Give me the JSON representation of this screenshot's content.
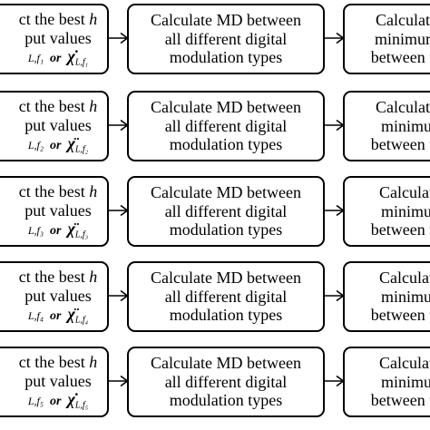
{
  "rows": [
    {
      "select_line1": "ct the best",
      "select_var": "h",
      "select_line2": "put values",
      "formula_sub": "L,f₁",
      "formula_or": "or",
      "formula_chi": "χ̇",
      "formula_chi_sub": "L,f₁",
      "md_line1": "Calculate MD between",
      "md_line2": "all different digital",
      "md_line3": "modulation types",
      "calc_line1": "Calculate",
      "calc_line2": "minimum",
      "calc_line3": "between th"
    },
    {
      "select_line1": "ct the best",
      "select_var": "h",
      "select_line2": "put values",
      "formula_sub": "L,f₂",
      "formula_or": "or",
      "formula_chi": "χ̈",
      "formula_chi_sub": "L,f₂",
      "md_line1": "Calculate MD between",
      "md_line2": "all different digital",
      "md_line3": "modulation types",
      "calc_line1": "Calculate",
      "calc_line2": "minimu",
      "calc_line3": "between th"
    },
    {
      "select_line1": "ct the best",
      "select_var": "h",
      "select_line2": "put values",
      "formula_sub": "L,f₃",
      "formula_or": "or",
      "formula_chi": "χ̈",
      "formula_chi_sub": "L,f₃",
      "md_line1": "Calculate MD between",
      "md_line2": "all different digital",
      "md_line3": "modulation types",
      "calc_line1": "Calculat",
      "calc_line2": "minimu",
      "calc_line3": "between th"
    },
    {
      "select_line1": "ct the best",
      "select_var": "h",
      "select_line2": "put values",
      "formula_sub": "L,f₄",
      "formula_or": "or",
      "formula_chi": "χ̈",
      "formula_chi_sub": "L,f₄",
      "md_line1": "Calculate MD between",
      "md_line2": "all different digital",
      "md_line3": "modulation types",
      "calc_line1": "Calculat",
      "calc_line2": "minimu",
      "calc_line3": "between th"
    },
    {
      "select_line1": "ct the best",
      "select_var": "h",
      "select_line2": "put values",
      "formula_sub": "L,f₅",
      "formula_or": "or",
      "formula_chi": "χ̇",
      "formula_chi_sub": "L,f₅",
      "md_line1": "Calculate MD between",
      "md_line2": "all different digital",
      "md_line3": "modulation types",
      "calc_line1": "Calculat",
      "calc_line2": "minimu",
      "calc_line3": "between th"
    }
  ]
}
